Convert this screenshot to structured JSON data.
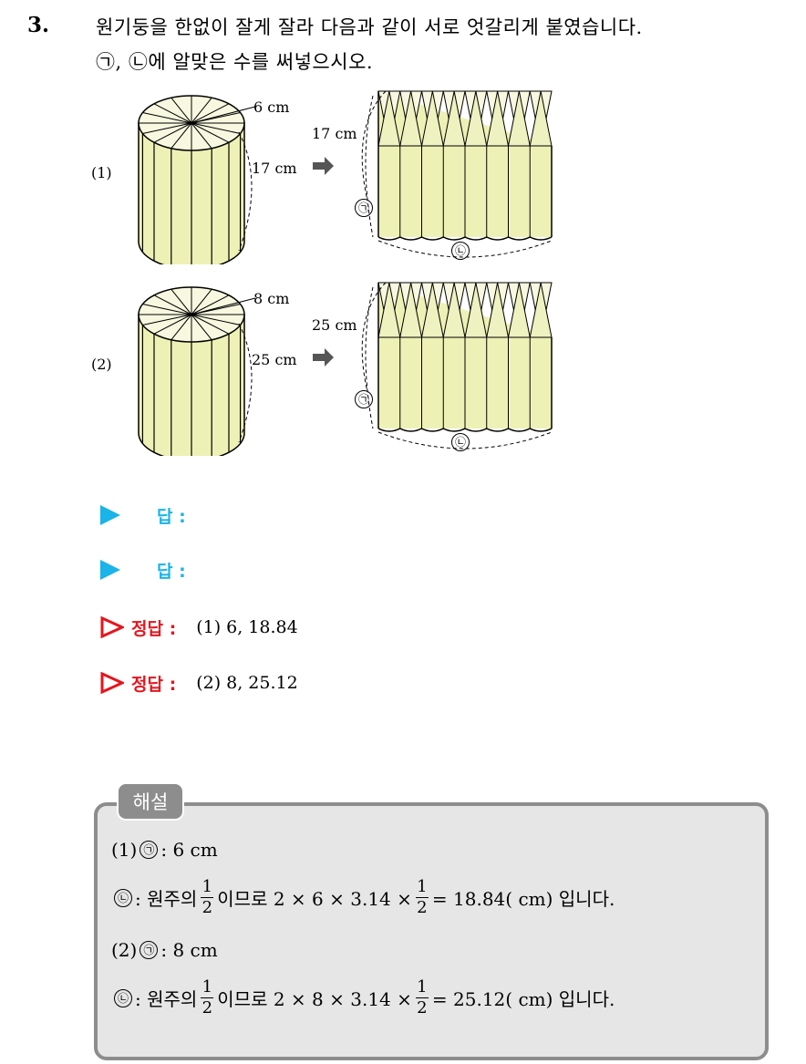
{
  "question": {
    "number": "3.",
    "line1": "원기둥을 한없이 잘게 잘라 다음과 같이 서로 엇갈리게 붙였습니다.",
    "line2": "㉠, ㉡에 알맞은 수를 써넣으시오."
  },
  "figures": [
    {
      "label": "(1)",
      "radius": "6 cm",
      "height": "17 cm",
      "rect_height": "17 cm",
      "mark_a": "㉠",
      "mark_b": "㉡"
    },
    {
      "label": "(2)",
      "radius": "8 cm",
      "height": "25 cm",
      "rect_height": "25 cm",
      "mark_a": "㉠",
      "mark_b": "㉡"
    }
  ],
  "answers": {
    "blank_label": "답 :",
    "correct_label": "정답 :",
    "correct": [
      "(1) 6, 18.84",
      "(2) 8, 25.12"
    ]
  },
  "explanation": {
    "tag": "해설",
    "lines": [
      {
        "prefix": "(1)",
        "mark": "㉠",
        "text": ":  6 cm"
      },
      {
        "mark": "㉡",
        "before": ":  원주의",
        "frac": [
          "1",
          "2"
        ],
        "middle": "이므로 2 × 6 × 3.14 ×",
        "frac2": [
          "1",
          "2"
        ],
        "after": "= 18.84( cm) 입니다."
      },
      {
        "prefix": "(2)",
        "mark": "㉠",
        "text": ":  8 cm"
      },
      {
        "mark": "㉡",
        "before": ":  원주의",
        "frac": [
          "1",
          "2"
        ],
        "middle": "이므로 2 × 8 × 3.14 ×",
        "frac2": [
          "1",
          "2"
        ],
        "after": "= 25.12( cm) 입니다."
      }
    ]
  },
  "colors": {
    "fill": "#eef1b5",
    "blue": "#1ab3ea",
    "red": "#e8141c",
    "box": "#e6e6e6",
    "border": "#8d8d8d"
  }
}
